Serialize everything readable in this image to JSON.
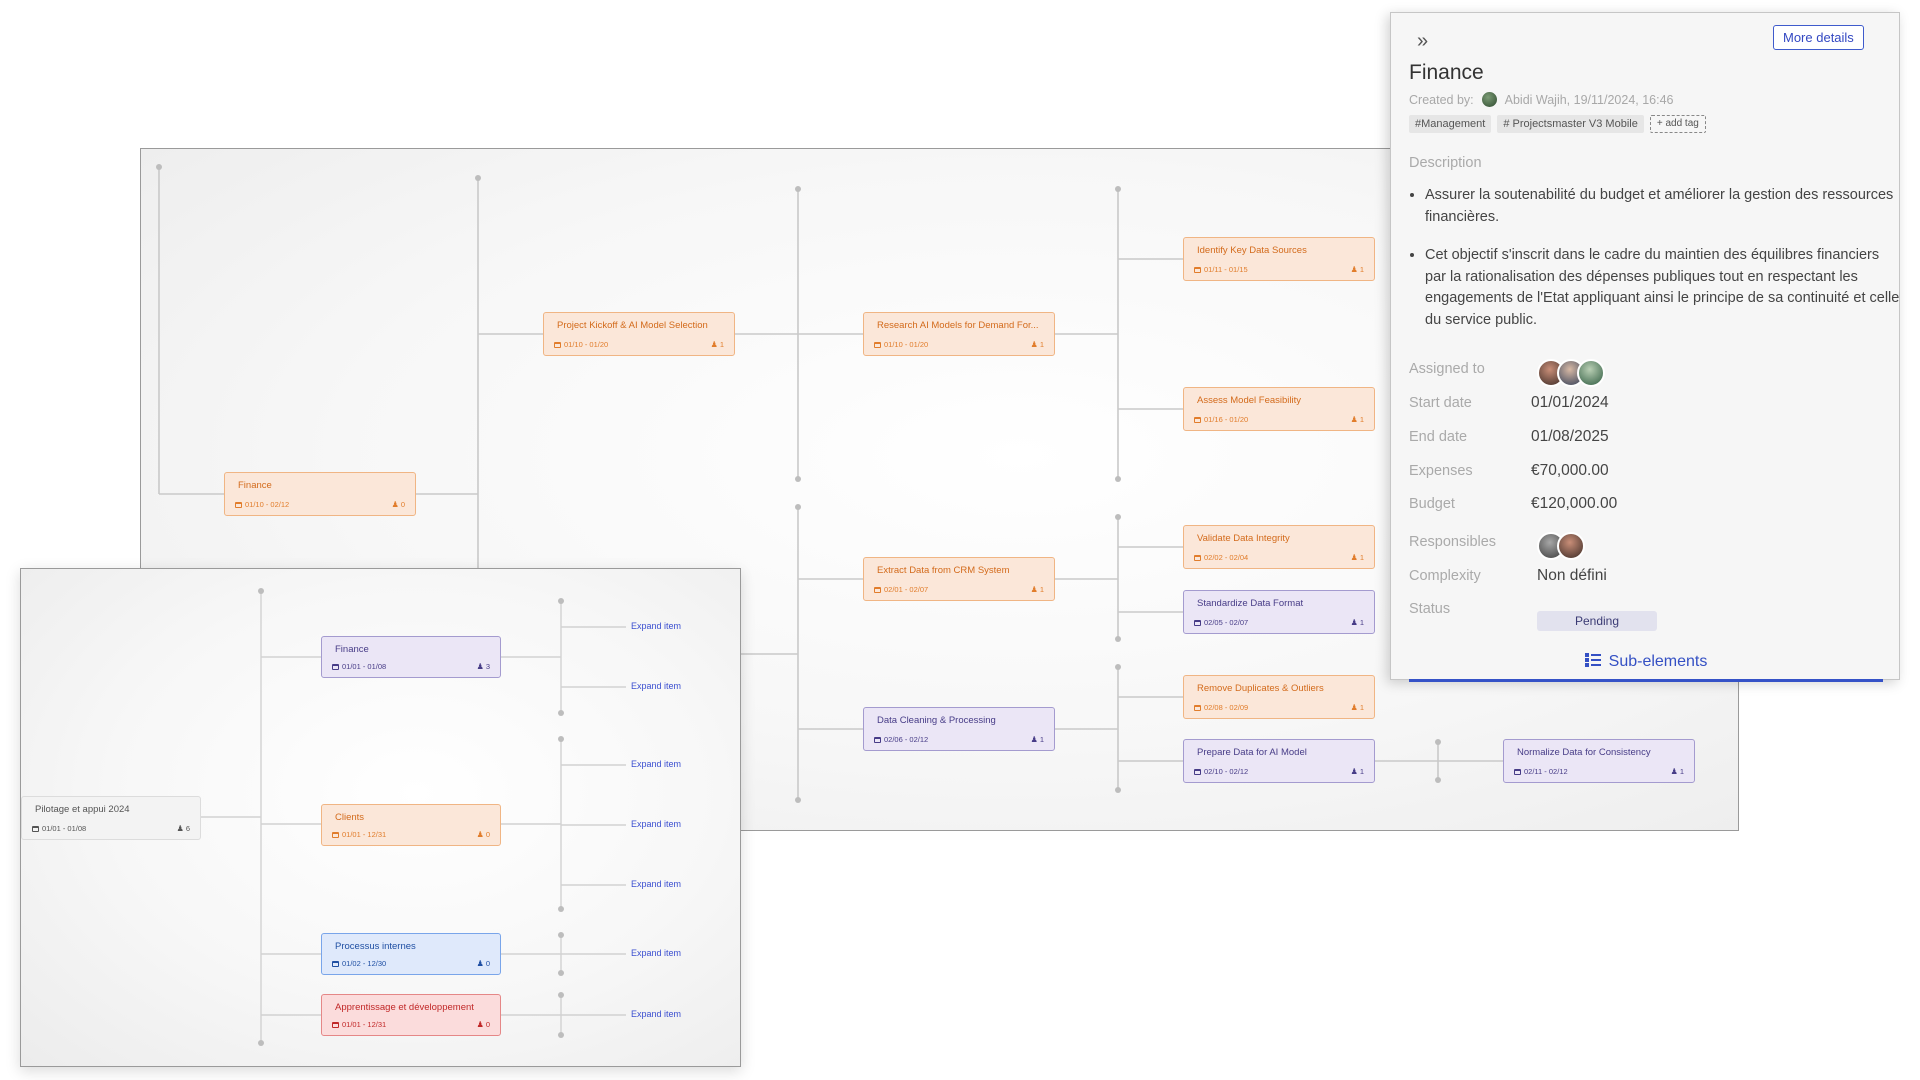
{
  "main_canvas": {
    "nodes": [
      {
        "title": "Finance",
        "dates": "01/10 - 02/12",
        "count": "0",
        "color": "orange"
      },
      {
        "title": "Project Kickoff & AI Model Selection",
        "dates": "01/10 - 01/20",
        "count": "1",
        "color": "orange"
      },
      {
        "title": "Research AI Models for Demand For...",
        "dates": "01/10 - 01/20",
        "count": "1",
        "color": "orange"
      },
      {
        "title": "Identify Key Data Sources",
        "dates": "01/11 - 01/15",
        "count": "1",
        "color": "orange"
      },
      {
        "title": "Assess Model Feasibility",
        "dates": "01/16 - 01/20",
        "count": "1",
        "color": "orange"
      },
      {
        "title": "Extract Data from CRM System",
        "dates": "02/01 - 02/07",
        "count": "1",
        "color": "orange"
      },
      {
        "title": "Validate Data Integrity",
        "dates": "02/02 - 02/04",
        "count": "1",
        "color": "orange"
      },
      {
        "title": "Standardize Data Format",
        "dates": "02/05 - 02/07",
        "count": "1",
        "color": "purple"
      },
      {
        "title": "Data Cleaning & Processing",
        "dates": "02/06 - 02/12",
        "count": "1",
        "color": "purple"
      },
      {
        "title": "Remove Duplicates & Outliers",
        "dates": "02/08 - 02/09",
        "count": "1",
        "color": "orange"
      },
      {
        "title": "Prepare Data for AI Model",
        "dates": "02/10 - 02/12",
        "count": "1",
        "color": "purple"
      },
      {
        "title": "Normalize Data for Consistency",
        "dates": "02/11 - 02/12",
        "count": "1",
        "color": "purple"
      }
    ]
  },
  "inset_canvas": {
    "root": {
      "title": "Pilotage et appui 2024",
      "dates": "01/01 - 01/08",
      "count": "6"
    },
    "nodes": [
      {
        "title": "Finance",
        "dates": "01/01 - 01/08",
        "count": "3",
        "color": "purple"
      },
      {
        "title": "Clients",
        "dates": "01/01 - 12/31",
        "count": "0",
        "color": "orange"
      },
      {
        "title": "Processus internes",
        "dates": "01/02 - 12/30",
        "count": "0",
        "color": "blue"
      },
      {
        "title": "Apprentissage et développement",
        "dates": "01/01 - 12/31",
        "count": "0",
        "color": "red"
      }
    ],
    "expand_label": "Expand item"
  },
  "details": {
    "more_details": "More details",
    "title": "Finance",
    "created_label": "Created by:",
    "created_value": "Abidi Wajih, 19/11/2024, 16:46",
    "tags": [
      "#Management",
      "# Projectsmaster V3 Mobile"
    ],
    "add_tag": "+ add tag",
    "description_label": "Description",
    "description": [
      "Assurer la soutenabilité du budget et améliorer la gestion des ressources financières.",
      "Cet objectif s'inscrit dans le cadre du maintien des équilibres financiers par la rationalisation des dépenses publiques tout en respectant les engagements de l'Etat appliquant ainsi le principe de sa continuité et celle du service public."
    ],
    "assigned_label": "Assigned to",
    "start_label": "Start date",
    "start_value": "01/01/2024",
    "end_label": "End date",
    "end_value": "01/08/2025",
    "expenses_label": "Expenses",
    "expenses_value": "€70,000.00",
    "budget_label": "Budget",
    "budget_value": "€120,000.00",
    "responsibles_label": "Responsibles",
    "complexity_label": "Complexity",
    "complexity_value": "Non défini",
    "status_label": "Status",
    "status_value": "Pending",
    "sub_elements": "Sub-elements"
  },
  "colors": {
    "accent": "#3450c4",
    "orange": "#d36b1c",
    "purple": "#473c87",
    "blue": "#1f4fa3",
    "red": "#c12828"
  },
  "icons": [
    "collapse-icon",
    "calendar-icon",
    "user-icon",
    "sub-elements-icon",
    "avatar"
  ]
}
